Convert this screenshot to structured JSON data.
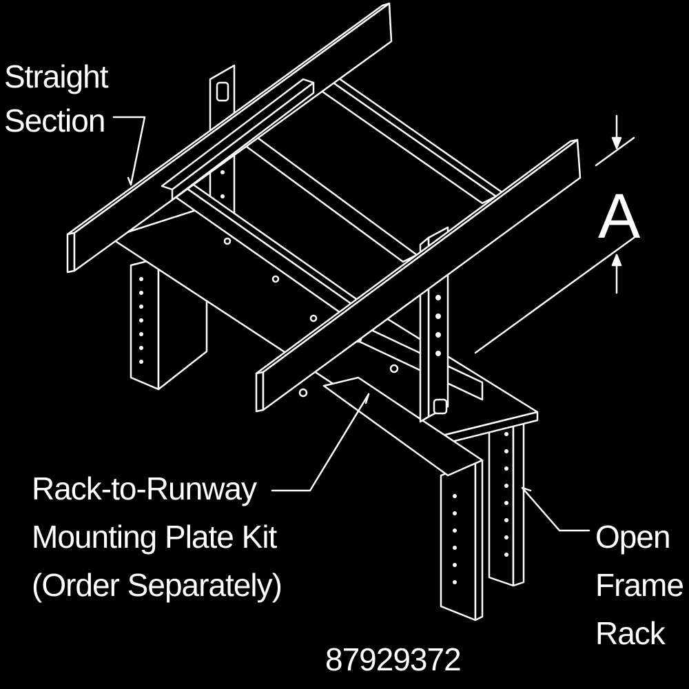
{
  "labels": {
    "straight_section": [
      "Straight",
      "Section"
    ],
    "mounting_plate": [
      "Rack-to-Runway",
      "Mounting Plate Kit",
      "(Order Separately)"
    ],
    "open_frame_rack": [
      "Open",
      "Frame",
      "Rack"
    ],
    "dimension": "A",
    "part_number": "87929372"
  },
  "colors": {
    "background": "#000000",
    "line": "#ffffff",
    "fill": "#000000"
  }
}
